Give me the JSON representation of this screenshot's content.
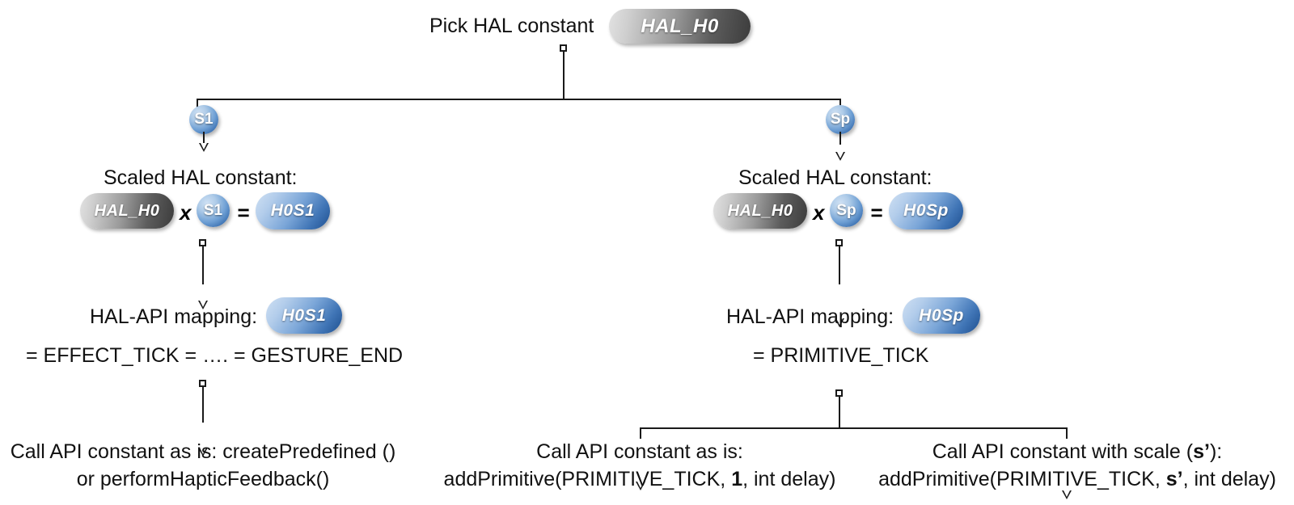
{
  "diagram": {
    "title": "HAL constant scaling and API mapping decision tree",
    "colors": {
      "pill_gray_light": "#e2e2e2",
      "pill_gray_dark": "#3c3c3c",
      "pill_blue_light": "#cfe0f3",
      "pill_blue_dark": "#1e4f8f",
      "connector": "#1a1a1a",
      "text": "#111111",
      "background": "#ffffff"
    },
    "root": {
      "label": "Pick HAL constant",
      "pill": "HAL_H0"
    },
    "branches": [
      {
        "name": "s1",
        "badge": "S1"
      },
      {
        "name": "sp",
        "badge": "Sp"
      }
    ],
    "left_column": {
      "scaled": {
        "caption": "Scaled HAL constant:",
        "operand_a": "HAL_H0",
        "operator_multiply": "x",
        "operand_b": "S1",
        "operator_equals": "=",
        "result": "H0S1"
      },
      "mapping": {
        "caption": "HAL-API mapping:",
        "pill": "H0S1",
        "equation": "= EFFECT_TICK = …. = GESTURE_END"
      },
      "leaf": {
        "line1": "Call API constant as is: createPredefined ()",
        "line2": "or performHapticFeedback()"
      }
    },
    "right_column": {
      "scaled": {
        "caption": "Scaled HAL constant:",
        "operand_a": "HAL_H0",
        "operator_multiply": "x",
        "operand_b": "Sp",
        "operator_equals": "=",
        "result": "H0Sp"
      },
      "mapping": {
        "caption": "HAL-API mapping:",
        "pill": "H0Sp",
        "equation": "= PRIMITIVE_TICK"
      },
      "leaves": [
        {
          "name": "as-is",
          "line1": "Call API constant as is:",
          "line2_prefix": "addPrimitive(PRIMITIVE_TICK, ",
          "line2_emphasis": "1",
          "line2_suffix": ", int delay)"
        },
        {
          "name": "with-scale",
          "line1_prefix": "Call API constant with scale (",
          "line1_emphasis": "s’",
          "line1_suffix": "):",
          "line2_prefix": "addPrimitive(PRIMITIVE_TICK, ",
          "line2_emphasis": "s’",
          "line2_suffix": ", int delay)"
        }
      ]
    }
  }
}
